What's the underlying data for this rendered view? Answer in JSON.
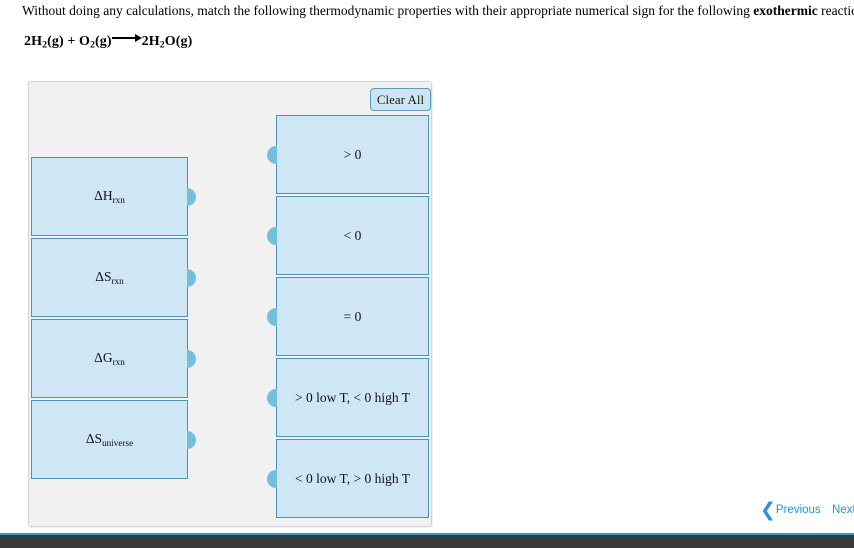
{
  "question": {
    "prompt_before": "Without doing any calculations, match the following thermodynamic properties with their appropriate numerical sign for the following ",
    "prompt_emphasis": "exothermic",
    "prompt_after": " reaction.",
    "reaction": {
      "reactant_1_coeff": "2",
      "reactant_1": "H",
      "reactant_1_sub": "2",
      "reactant_1_state": "(g)",
      "plus": "+",
      "reactant_2": "O",
      "reactant_2_sub": "2",
      "reactant_2_state": "(g)",
      "product_coeff": "2",
      "product_1": "H",
      "product_1_sub": "2",
      "product_2": "O",
      "product_state": "(g)",
      "full_text": "2H2(g) + O2(g)⟶2H2O(g)"
    }
  },
  "panel": {
    "clear_all_label": "Clear All",
    "terms": [
      {
        "symbol": "ΔH",
        "subscript": "rxn",
        "label": "ΔHrxn"
      },
      {
        "symbol": "ΔS",
        "subscript": "rxn",
        "label": "ΔSrxn"
      },
      {
        "symbol": "ΔG",
        "subscript": "rxn",
        "label": "ΔGrxn"
      },
      {
        "symbol": "ΔS",
        "subscript": "universe",
        "label": "ΔSuniverse"
      }
    ],
    "options": [
      {
        "label": "> 0"
      },
      {
        "label": "< 0"
      },
      {
        "label": "= 0"
      },
      {
        "label": "> 0 low T, < 0 high T"
      },
      {
        "label": "< 0 low T, > 0 high T"
      }
    ]
  },
  "navigation": {
    "previous_label": "Previous",
    "next_label": "Next"
  },
  "colors": {
    "card_fill": "#cfe6f5",
    "card_border": "#4b93b5",
    "knob": "#72c0de",
    "panel_bg": "#f1f1f1",
    "link": "#2196d4",
    "rule": "#2e9ccc",
    "bottom_bar": "#3a3a3a"
  }
}
